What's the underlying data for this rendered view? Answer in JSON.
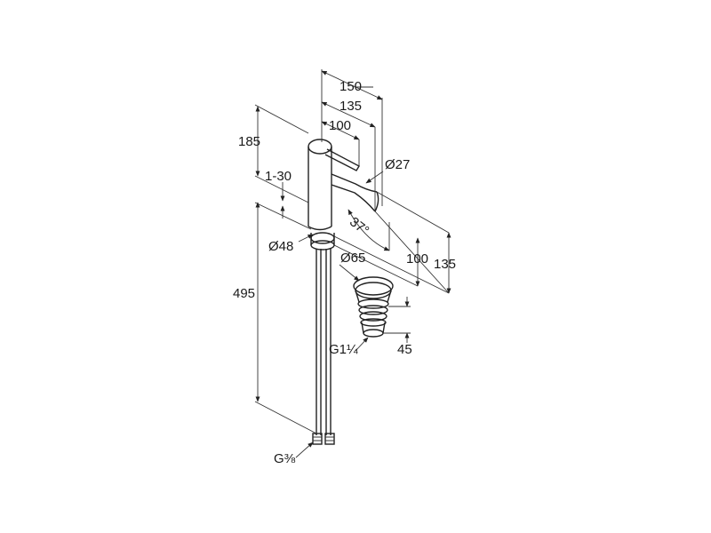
{
  "dimensions": {
    "overall_length": "150",
    "spout_reach": "135",
    "handle_reach": "100",
    "body_diameter": "Ø27",
    "total_height": "185",
    "deck_thickness": "1-30",
    "base_diameter": "Ø48",
    "supply_hose_length": "495",
    "spout_angle": "37°",
    "spout_height": "100",
    "spout_outlet_height": "135",
    "waste_diameter": "Ø65",
    "waste_thread": "G1¼",
    "waste_height": "45",
    "supply_thread": "G⅜"
  },
  "colors": {
    "line": "#222222",
    "background": "#ffffff"
  }
}
